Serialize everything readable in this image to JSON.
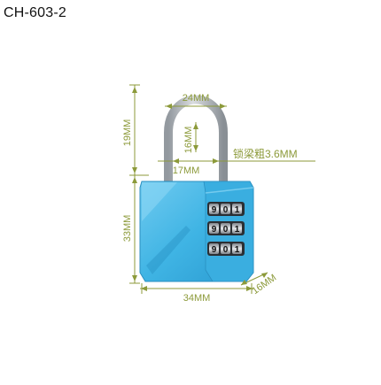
{
  "header": {
    "model_code": "CH-603-2"
  },
  "colors": {
    "body": "#3fb4e4",
    "body_shadow": "#2a93c7",
    "body_highlight": "#7fd2f2",
    "shackle": "#b8bcc2",
    "dimension": "#8c9a3a",
    "wheel_face": "#c7cbd0",
    "wheel_edge": "#5a6068"
  },
  "dimensions": {
    "shackle_width": "24MM",
    "shackle_inner_height": "16MM",
    "shackle_gap": "17MM",
    "shackle_diameter": "锁梁粗3.6MM",
    "shackle_height": "19MM",
    "body_height": "33MM",
    "body_width": "34MM",
    "body_thickness": "16MM"
  },
  "dials": [
    [
      "9",
      "0",
      "1"
    ],
    [
      "9",
      "0",
      "1"
    ],
    [
      "9",
      "0",
      "1"
    ]
  ]
}
